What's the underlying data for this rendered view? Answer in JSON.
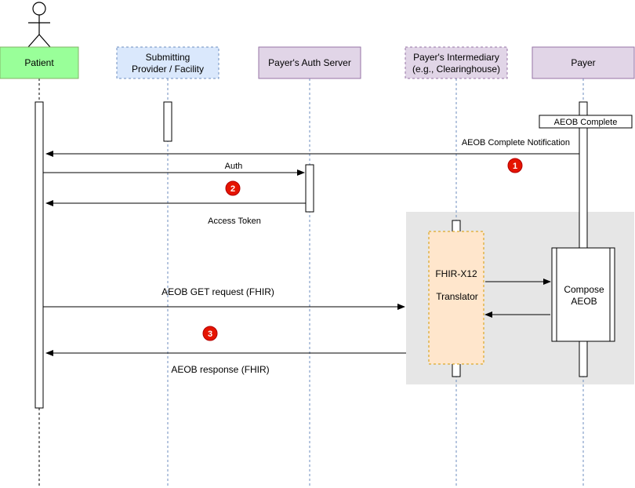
{
  "participants": {
    "patient": {
      "label": "Patient",
      "fill": "#99ff99",
      "stroke": "#82b366"
    },
    "provider": {
      "line1": "Submitting",
      "line2": "Provider / Facility",
      "fill": "#dae8fc",
      "stroke": "#6c8ebf"
    },
    "auth": {
      "label": "Payer's Auth Server",
      "fill": "#e1d5e7",
      "stroke": "#9673a6"
    },
    "intermediary": {
      "line1": "Payer's Intermediary",
      "line2": "(e.g., Clearinghouse)",
      "fill": "#e1d5e7",
      "stroke": "#9673a6"
    },
    "payer": {
      "label": "Payer",
      "fill": "#e1d5e7",
      "stroke": "#9673a6"
    }
  },
  "messages": {
    "aeob_complete": "AEOB Complete",
    "notification": "AEOB Complete Notification",
    "auth": "Auth",
    "access_token": "Access Token",
    "get_request": "AEOB GET request (FHIR)",
    "response": "AEOB response (FHIR)"
  },
  "translator": {
    "line1": "FHIR-X12",
    "line2": "Translator",
    "fill": "#ffe6cc",
    "stroke": "#d79b00"
  },
  "compose": {
    "line1": "Compose",
    "line2": "AEOB"
  },
  "badges": [
    "1",
    "2",
    "3"
  ],
  "colors": {
    "badge": "#e51400",
    "region": "#e6e6e6",
    "lifeline": "#6c8ebf"
  }
}
